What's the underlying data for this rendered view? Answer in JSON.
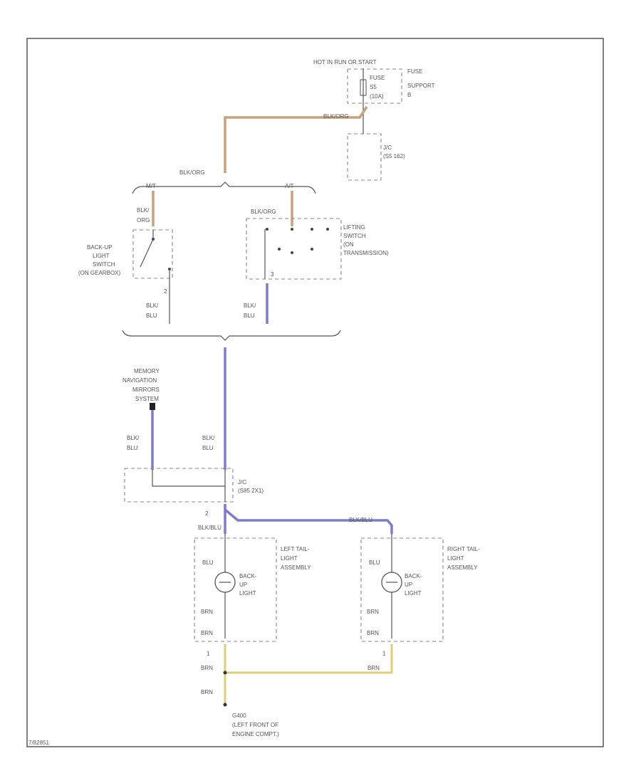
{
  "diagram": {
    "frame_id": "7/82851",
    "hot_label": "HOT IN RUN OR START",
    "fuse": {
      "line1": "FUSE",
      "line2": "S5",
      "line3": "(10A)"
    },
    "fuse_support": {
      "line1": "FUSE",
      "line2": "SUPPORT",
      "line3": "B"
    },
    "wires": {
      "blk_org_top": "BLK/ORG",
      "blk_org_mid": "BLK/ORG",
      "blk_org_left1": "BLK/",
      "blk_org_left2": "ORG",
      "blk_org_right": "BLK/ORG",
      "blk_blu_left1": "BLK/",
      "blk_blu_left2": "BLU",
      "blk_blu_right1": "BLK/",
      "blk_blu_right2": "BLU",
      "blk_blu_mem1": "BLK/",
      "blk_blu_mem2": "BLU",
      "blk_blu_main1": "BLK/",
      "blk_blu_main2": "BLU",
      "blk_blu_lower": "BLK/BLU",
      "blk_blu_across": "BLK/BLU",
      "blu_left": "BLU",
      "blu_right": "BLU",
      "brn_l1": "BRN",
      "brn_l2": "BRN",
      "brn_r1": "BRN",
      "brn_r2": "BRN",
      "brn_g1": "BRN",
      "brn_g2": "BRN",
      "brn_g3": "BRN"
    },
    "splice_top": {
      "line1": "J/C",
      "line2": "(S5 162)"
    },
    "split": {
      "mt": "M/T",
      "at": "A/T"
    },
    "backup_switch": {
      "line1": "BACK-UP",
      "line2": "LIGHT",
      "line3": "SWITCH",
      "line4": "(ON GEARBOX)"
    },
    "lifting_switch": {
      "line1": "LIFTING",
      "line2": "SWITCH",
      "line3": "(ON",
      "line4": "TRANSMISSION)"
    },
    "pin_labels": {
      "p2_left": "2",
      "p3_right": "3",
      "p2_lower": "2",
      "p1_left": "1",
      "p1_right": "1"
    },
    "memory_nav": {
      "line1": "MEMORY",
      "line2": "NAVIGATION",
      "line3": "MIRRORS",
      "line4": "SYSTEM"
    },
    "splice_mid": {
      "line1": "J/C",
      "line2": "(S85 2X1)"
    },
    "left_tail": {
      "line1": "LEFT TAIL-",
      "line2": "LIGHT",
      "line3": "ASSEMBLY",
      "bulb1": "BACK-",
      "bulb2": "UP",
      "bulb3": "LIGHT"
    },
    "right_tail": {
      "line1": "RIGHT TAIL-",
      "line2": "LIGHT",
      "line3": "ASSEMBLY",
      "bulb1": "BACK-",
      "bulb2": "UP",
      "bulb3": "LIGHT"
    },
    "ground": {
      "line1": "G400",
      "line2": "(LEFT FRONT OF",
      "line3": "ENGINE COMPT.)"
    }
  }
}
